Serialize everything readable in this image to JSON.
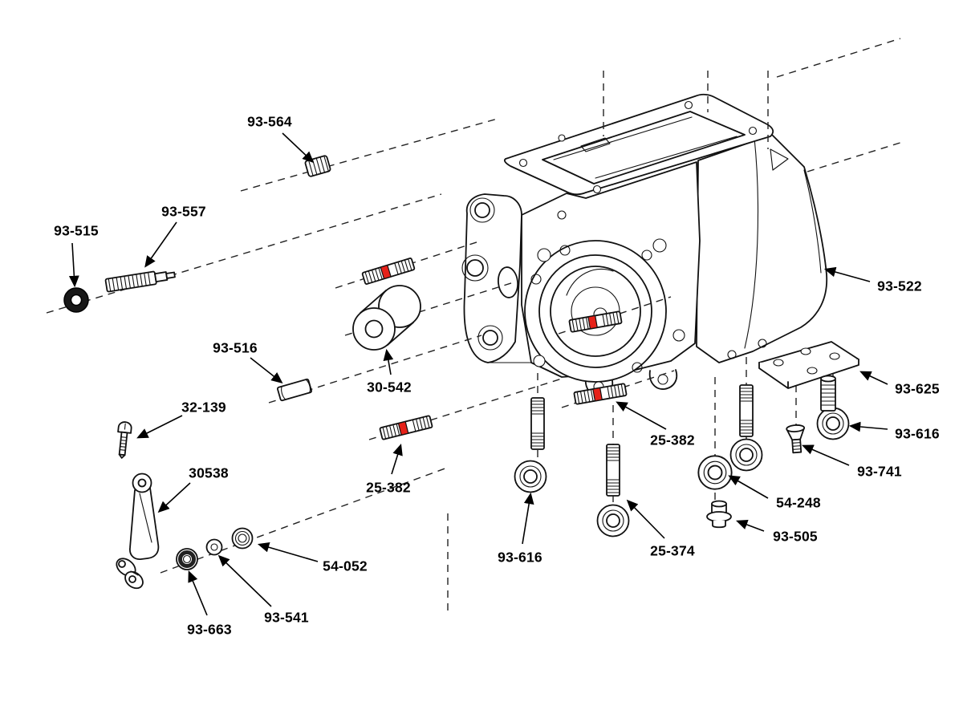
{
  "diagram": {
    "type": "exploded-parts-diagram",
    "background_color": "#ffffff",
    "line_color": "#111111",
    "red_highlight_color": "#e62119",
    "red_highlighted_part": "25-382",
    "part_labels": [
      {
        "text": "93-564"
      },
      {
        "text": "93-557"
      },
      {
        "text": "93-515"
      },
      {
        "text": "93-516"
      },
      {
        "text": "32-139"
      },
      {
        "text": "30538"
      },
      {
        "text": "30-542"
      },
      {
        "text": "25-382"
      },
      {
        "text": "54-052"
      },
      {
        "text": "93-663"
      },
      {
        "text": "93-541"
      },
      {
        "text": "93-616"
      },
      {
        "text": "25-374"
      },
      {
        "text": "25-382"
      },
      {
        "text": "54-248"
      },
      {
        "text": "93-505"
      },
      {
        "text": "93-616"
      },
      {
        "text": "93-741"
      },
      {
        "text": "93-625"
      },
      {
        "text": "93-522"
      }
    ]
  }
}
